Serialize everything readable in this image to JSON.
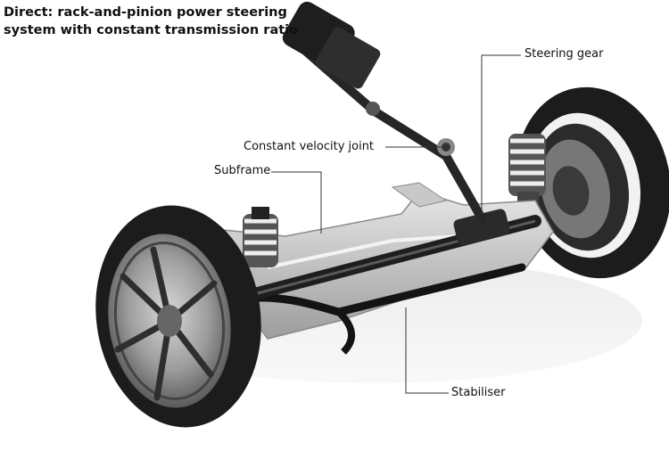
{
  "title": {
    "line1": "Direct: rack-and-pinion power steering",
    "line2": "system with constant transmission ratio"
  },
  "labels": {
    "steering_gear": "Steering gear",
    "cv_joint": "Constant velocity joint",
    "subframe": "Subframe",
    "stabiliser": "Stabiliser"
  },
  "colors": {
    "tyre": "#1c1c1c",
    "rim": "#9a9a9a",
    "subframe": "#c4c4c4",
    "bars": "#141414",
    "leader": "#333333"
  }
}
